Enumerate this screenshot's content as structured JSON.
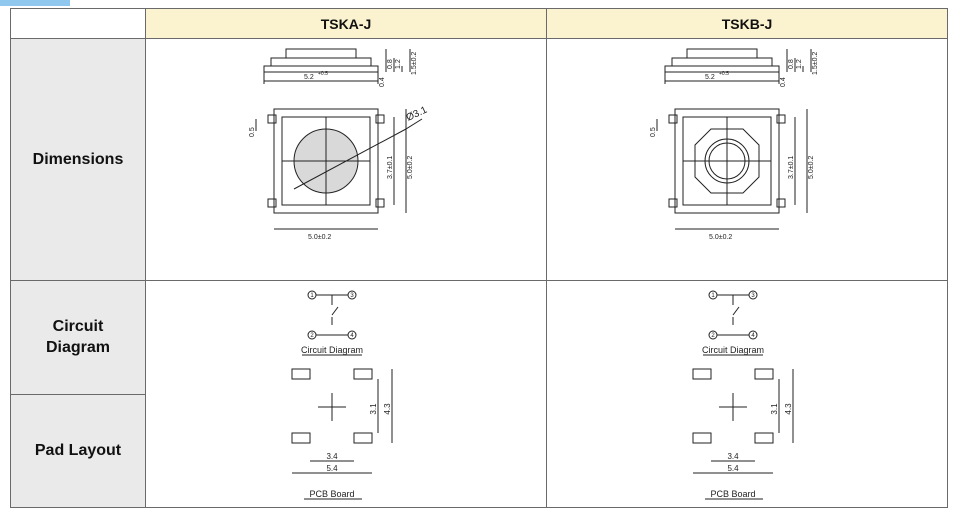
{
  "columns": [
    "TSKA-J",
    "TSKB-J"
  ],
  "rows": {
    "dimensions": "Dimensions",
    "circuit_line1": "Circuit",
    "circuit_line2": "Diagram",
    "pad_layout": "Pad Layout"
  },
  "side_view": {
    "width_label": "5.2",
    "width_tol": "+0.5",
    "base_thk": "0.4",
    "dim_a": "0.8",
    "dim_b": "1.2",
    "total_h": "1.5±0.2"
  },
  "top_view": {
    "diameter": "Ø3.1",
    "lead_offset": "0.5",
    "inner": "3.7±0.1",
    "outer_h": "5.0±0.2",
    "outer_w": "5.0±0.2"
  },
  "circuit": {
    "pins": [
      "1",
      "3",
      "2",
      "4"
    ],
    "caption": "Circuit Diagram"
  },
  "pad": {
    "h_inner": "3.1",
    "h_outer": "4.3",
    "w_inner": "3.4",
    "w_outer": "5.4",
    "caption": "PCB Board"
  }
}
